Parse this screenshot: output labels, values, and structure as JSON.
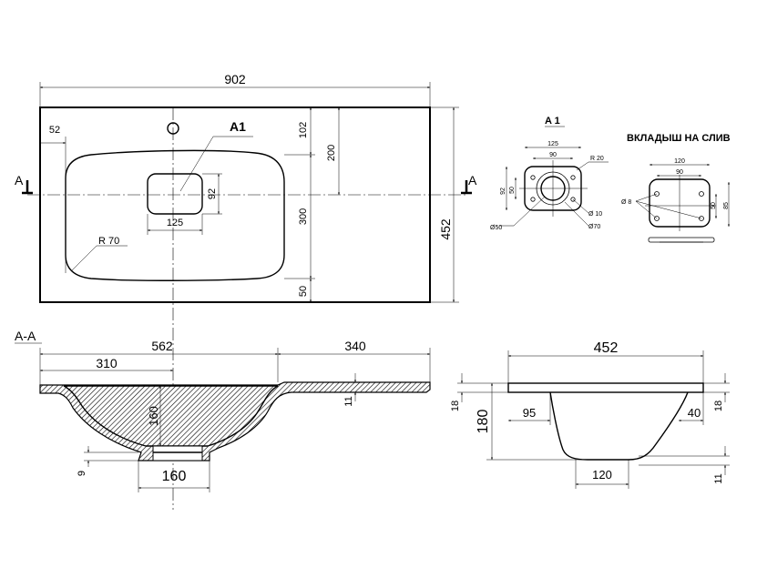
{
  "plan": {
    "overall_width": "902",
    "left_offset": "52",
    "top_offset": "102",
    "bowl_top": "200",
    "drain_height": "92",
    "drain_width": "125",
    "bowl_depth": "300",
    "bottom_margin": "50",
    "depth": "452",
    "corner_radius": "R 70",
    "detail_callout": "A1",
    "section_mark": "A"
  },
  "detail_a1": {
    "title": "A 1",
    "width_outer": "125",
    "width_inner": "90",
    "corner_radius": "R 20",
    "height_outer": "92",
    "height_inner": "50",
    "hole_large": "Ø50",
    "hole_small": "Ø 10",
    "hole_outer": "Ø70"
  },
  "insert": {
    "title": "ВКЛАДЫШ НА СЛИВ",
    "width_outer": "120",
    "width_inner": "90",
    "hole": "Ø 8",
    "height_inner": "50",
    "height_outer": "85"
  },
  "section_aa": {
    "title": "A-A",
    "bowl_length": "562",
    "shelf_length": "340",
    "center_offset": "310",
    "depth": "160",
    "thickness": "11",
    "drain_width": "160",
    "drain_offset": "9"
  },
  "side_section": {
    "width": "452",
    "rim": "18",
    "height": "180",
    "left_offset": "95",
    "right_offset": "40",
    "rim_right": "18",
    "bottom_width": "120",
    "bottom_thickness": "11"
  }
}
